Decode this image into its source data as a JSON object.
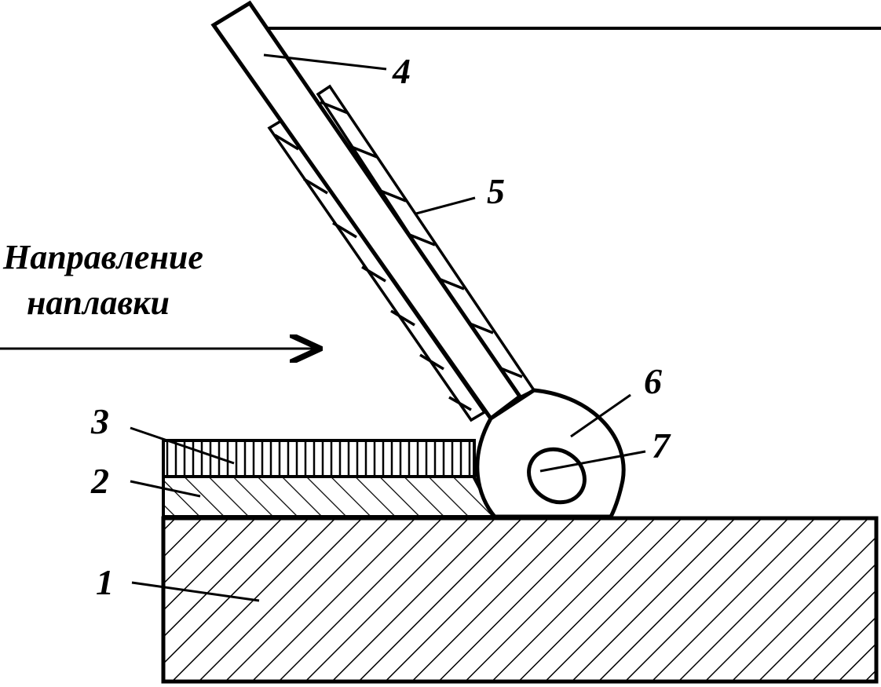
{
  "direction": {
    "line1": "Направление",
    "line2": "наплавки"
  },
  "callouts": {
    "c1": "1",
    "c2": "2",
    "c3": "3",
    "c4": "4",
    "c5": "5",
    "c6": "6",
    "c7": "7"
  },
  "colors": {
    "ink": "#000000",
    "paper": "#ffffff"
  }
}
